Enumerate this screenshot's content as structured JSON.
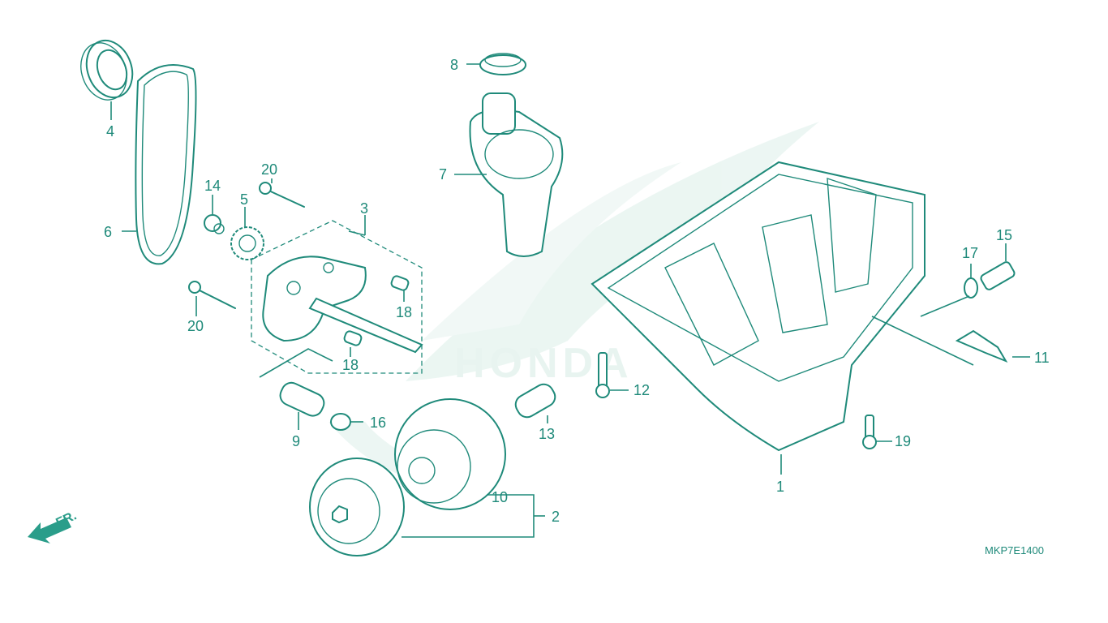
{
  "diagram": {
    "code": "MKP7E1400",
    "direction_label": "FR.",
    "watermark": "HONDA",
    "labels": [
      "1",
      "2",
      "3",
      "4",
      "5",
      "6",
      "7",
      "8",
      "9",
      "10",
      "11",
      "12",
      "13",
      "14",
      "15",
      "17",
      "18",
      "18",
      "19",
      "20",
      "20",
      "16"
    ],
    "colors": {
      "ink": "#1f8a7a",
      "watermark": "#cfe9e1",
      "background": "#ffffff"
    }
  }
}
